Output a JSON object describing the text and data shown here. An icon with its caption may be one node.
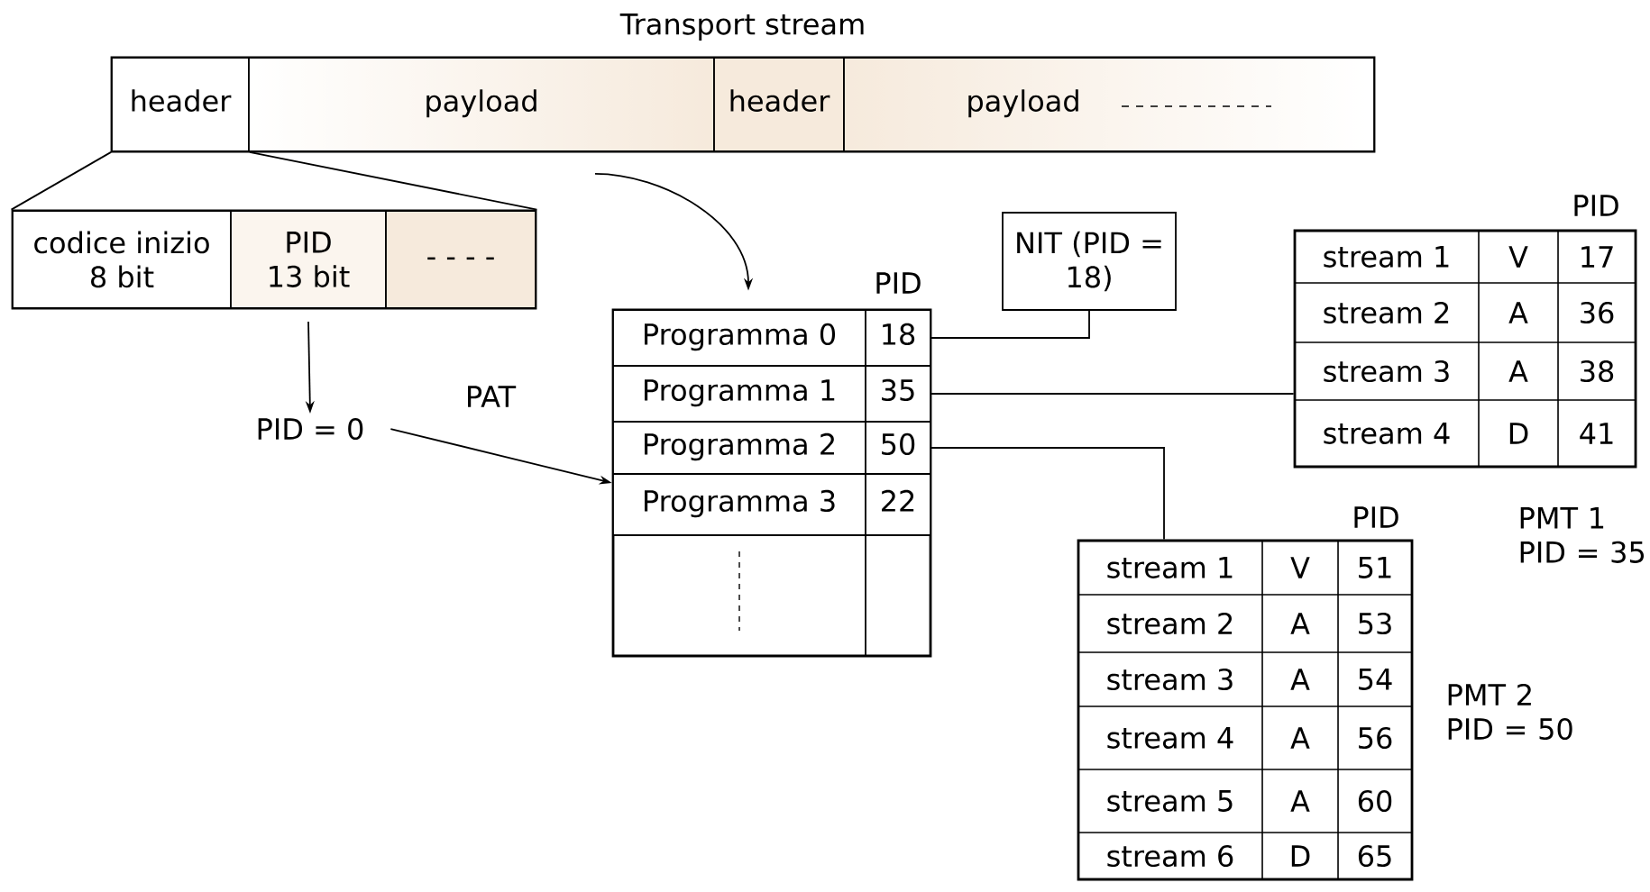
{
  "diagram": {
    "nodes": [
      {
        "text": [
          "Transport stream"
        ]
      },
      {
        "text": [
          "header"
        ],
        "in": 0
      },
      {
        "text": [
          "payload"
        ],
        "in": 0
      },
      {
        "text": [
          "header"
        ],
        "in": 0
      },
      {
        "text": [
          "payload"
        ],
        "in": 0
      },
      {
        "text": [],
        "shape": "box"
      },
      {
        "text": [
          "codice inizio 8 bit"
        ],
        "in": 5
      },
      {
        "text": [
          "PID 13 bit"
        ],
        "in": 5
      },
      {
        "text": [
          "- - - -"
        ],
        "in": 5
      },
      {
        "text": [
          "PID = 0"
        ]
      },
      {
        "text": [],
        "shape": "box",
        "beside": [
          "PID"
        ]
      },
      {
        "text": [
          "Programma 0"
        ],
        "in": 10
      },
      {
        "text": [
          "18"
        ],
        "in": 10
      },
      {
        "text": [
          "Programma 1"
        ],
        "in": 10
      },
      {
        "text": [
          "35"
        ],
        "in": 10
      },
      {
        "text": [
          "Programma 2"
        ],
        "in": 10
      },
      {
        "text": [
          "50"
        ],
        "in": 10
      },
      {
        "text": [
          "Programma 3"
        ],
        "in": 10
      },
      {
        "text": [
          "22"
        ],
        "in": 10
      },
      {
        "text": [
          "NIT (PID = 18)"
        ]
      },
      {
        "text": [],
        "shape": "box",
        "beside": [
          "PID",
          "PMT 1 PID = 35"
        ]
      },
      {
        "text": [],
        "shape": "box",
        "beside": [
          "PID",
          "PMT 2 PID = 50"
        ]
      }
    ],
    "edges": [
      {
        "from": 1,
        "to": 5,
        "arrow": "none"
      },
      {
        "from": 1,
        "to": 5,
        "arrow": "none"
      },
      {
        "from": 7,
        "to": 9,
        "arrow": "to"
      },
      {
        "from": 9,
        "to": 10,
        "arrow": "to",
        "label": "PAT"
      },
      {
        "from": 2,
        "to": 10,
        "arrow": "to"
      },
      {
        "from": 12,
        "to": 19,
        "arrow": "none"
      },
      {
        "from": 14,
        "to": 20,
        "arrow": "none"
      },
      {
        "from": 16,
        "to": 21,
        "arrow": "none"
      }
    ],
    "labels": [
      "stream 1",
      "V",
      "17",
      "stream 2",
      "A",
      "36",
      "stream 3",
      "A",
      "38",
      "stream 4",
      "D",
      "41",
      "stream 1",
      "V",
      "51",
      "stream 2",
      "A",
      "53",
      "stream 3",
      "A",
      "54",
      "stream 4",
      "A",
      "56",
      "stream 5",
      "A",
      "60",
      "stream 6",
      "D",
      "65"
    ]
  }
}
